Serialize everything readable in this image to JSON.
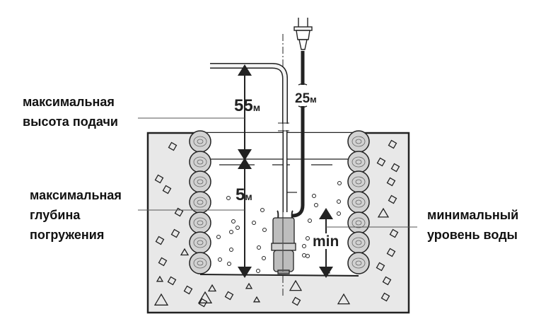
{
  "labels": {
    "max_head": [
      "максимальная",
      "высота подачи"
    ],
    "max_depth": [
      "максимальная",
      "глубина",
      "погружения"
    ],
    "min_level": [
      "минимальный",
      "уровень воды"
    ]
  },
  "dimensions": {
    "head": {
      "value": "55",
      "unit": "м"
    },
    "depth": {
      "value": "5",
      "unit": "м"
    },
    "cable": {
      "value": "25",
      "unit": "м"
    },
    "min": "min"
  },
  "colors": {
    "ground": "#e8e8e8",
    "line": "#222222",
    "log": "#cfcfcf"
  }
}
